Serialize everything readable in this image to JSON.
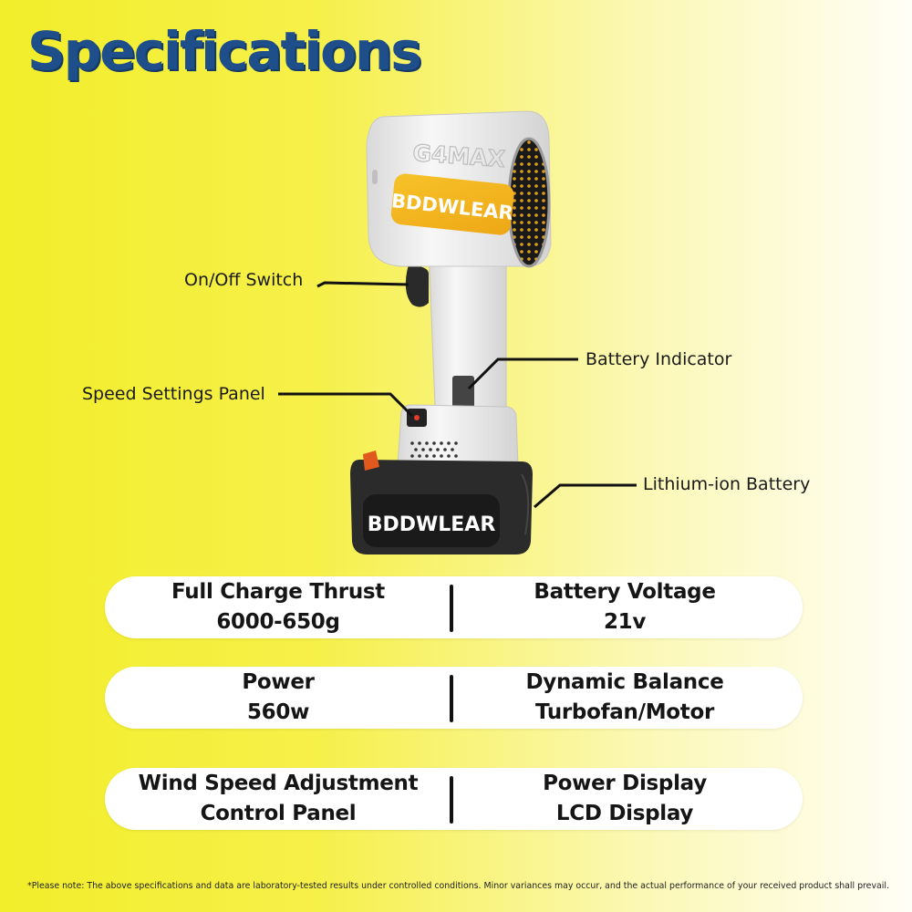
{
  "title": "Specifications",
  "product": {
    "model_text": "G4MAX",
    "brand_label": "BDDWLEAR",
    "battery_brand_label": "BDDWLEAR",
    "colors": {
      "body": "#efefef",
      "label": "#f3b51e",
      "battery": "#2b2b2b"
    }
  },
  "callouts": {
    "on_off_switch": "On/Off Switch",
    "battery_indicator": "Battery Indicator",
    "speed_settings_panel": "Speed Settings Panel",
    "lithium_ion_battery": "Lithium-ion Battery"
  },
  "specs": [
    {
      "left": {
        "label": "Full Charge Thrust",
        "value": "6000-650g"
      },
      "right": {
        "label": "Battery Voltage",
        "value": "21v"
      }
    },
    {
      "left": {
        "label": "Power",
        "value": "560w"
      },
      "right": {
        "label": "Dynamic Balance",
        "value": "Turbofan/Motor"
      }
    },
    {
      "left": {
        "label": "Wind Speed Adjustment",
        "value": "Control Panel"
      },
      "right": {
        "label": "Power Display",
        "value": "LCD Display"
      }
    }
  ],
  "note": "*Please note: The above specifications and data are laboratory-tested results under controlled conditions. Minor variances may occur, and the actual performance of your received product shall prevail."
}
